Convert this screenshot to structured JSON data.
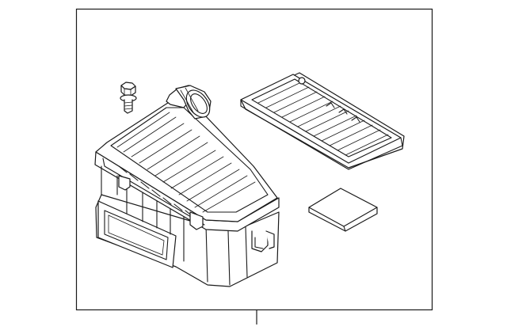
{
  "diagram": {
    "parts": [
      {
        "name": "bolt"
      },
      {
        "name": "air-cleaner-housing"
      },
      {
        "name": "air-filter-element"
      },
      {
        "name": "foam-pad"
      }
    ],
    "frame": {
      "stroke": "#1a1a1a",
      "background": "#ffffff"
    }
  }
}
